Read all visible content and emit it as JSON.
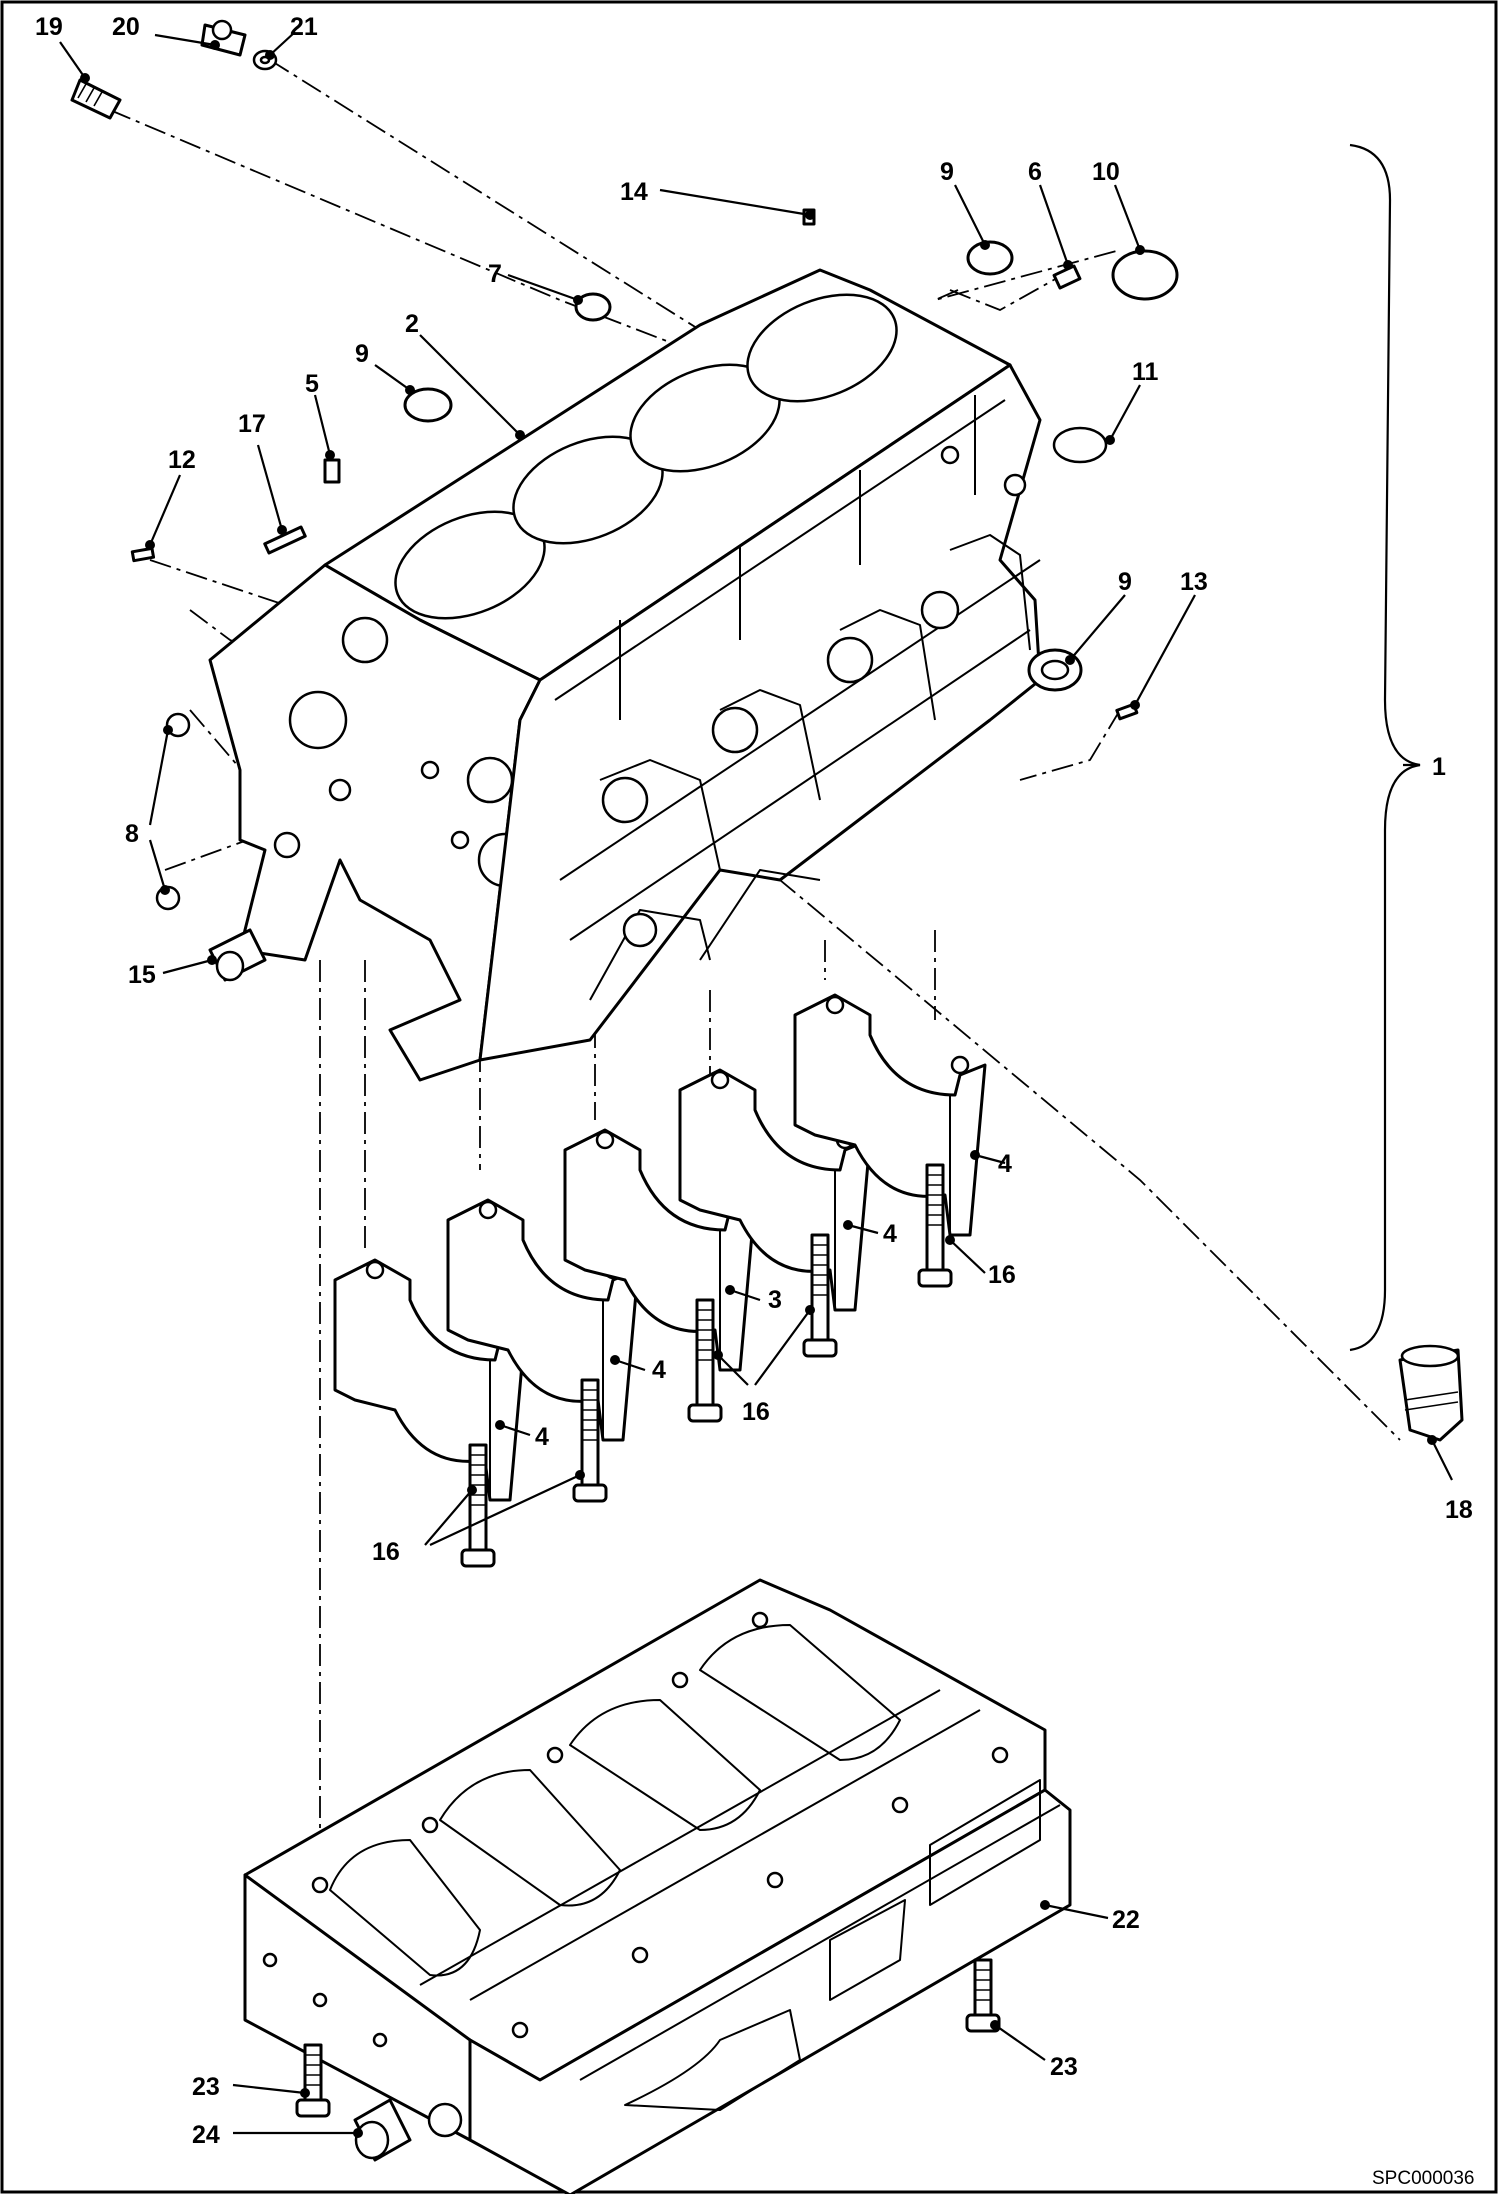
{
  "figure": {
    "code": "SPC000036"
  },
  "callouts": {
    "c1": "1",
    "c2": "2",
    "c3": "3",
    "c4a": "4",
    "c4b": "4",
    "c4c": "4",
    "c4d": "4",
    "c5": "5",
    "c6": "6",
    "c7": "7",
    "c8": "8",
    "c9a": "9",
    "c9b": "9",
    "c9c": "9",
    "c10": "10",
    "c11": "11",
    "c12": "12",
    "c13": "13",
    "c14": "14",
    "c15": "15",
    "c16a": "16",
    "c16b": "16",
    "c16c": "16",
    "c17": "17",
    "c18": "18",
    "c19": "19",
    "c20": "20",
    "c21": "21",
    "c22": "22",
    "c23a": "23",
    "c23b": "23",
    "c24": "24"
  }
}
